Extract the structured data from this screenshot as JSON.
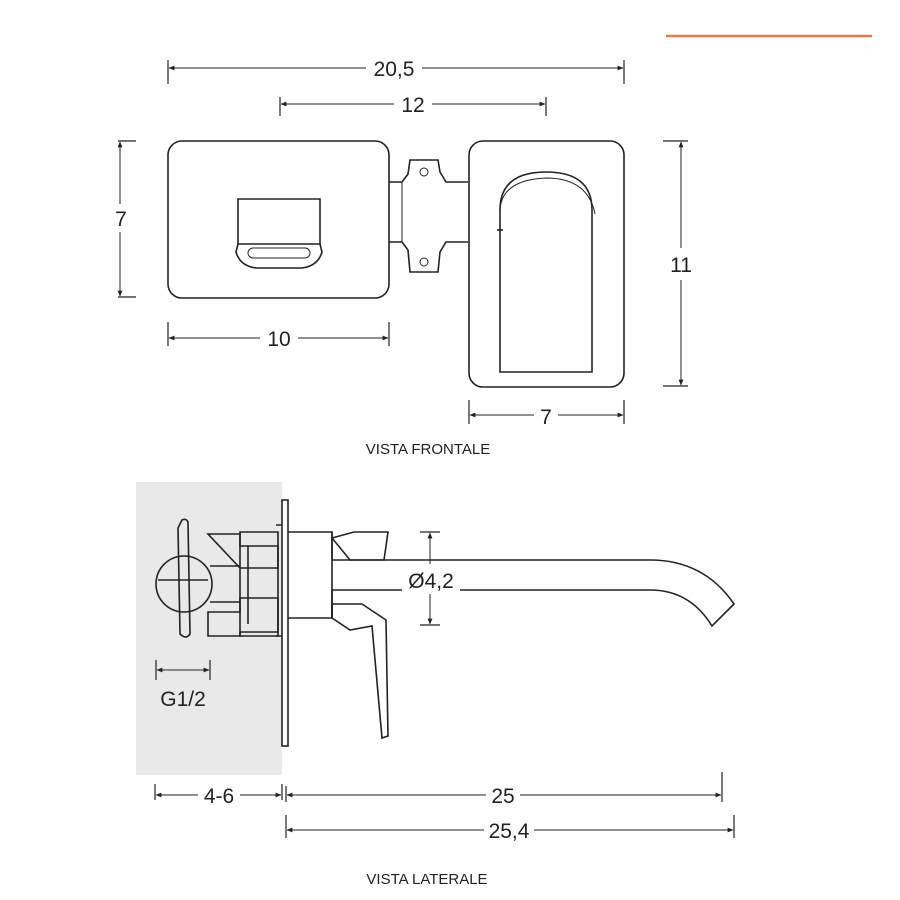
{
  "accent_color": "#e07a4f",
  "front_view": {
    "caption": "VISTA FRONTALE",
    "dim_total_width": "20,5",
    "dim_center_distance": "12",
    "dim_plate_height_left": "7",
    "dim_plate_width_left": "10",
    "dim_plate_height_right": "11",
    "dim_plate_width_right": "7"
  },
  "side_view": {
    "caption": "VISTA LATERALE",
    "dim_spout_diameter": "Ø4,2",
    "dim_connection": "G1/2",
    "dim_wall_depth": "4-6",
    "dim_spout_length": "25",
    "dim_total_length": "25,4"
  }
}
